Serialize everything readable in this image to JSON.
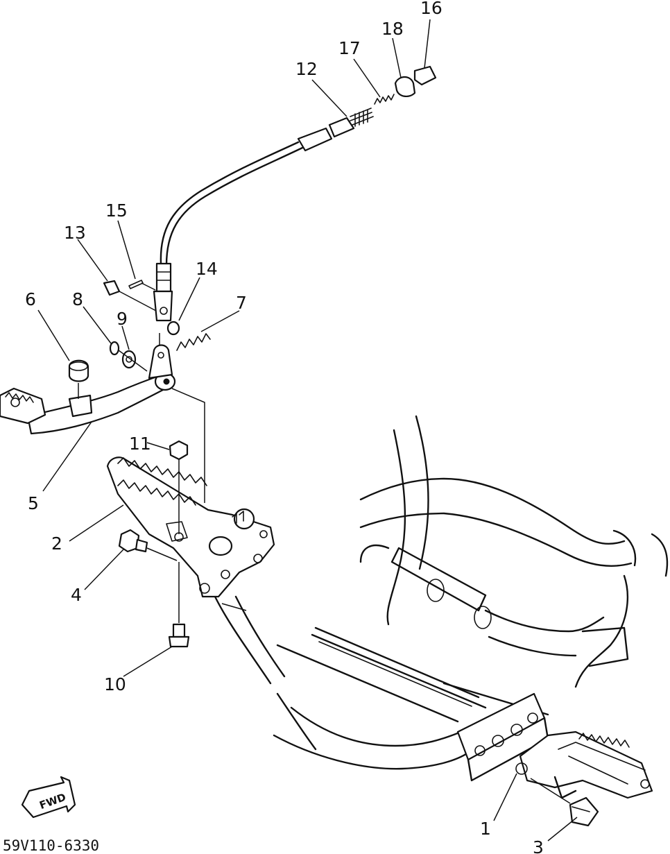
{
  "callouts": [
    "1",
    "2",
    "3",
    "4",
    "5",
    "6",
    "7",
    "8",
    "9",
    "10",
    "11",
    "12",
    "13",
    "14",
    "15",
    "16",
    "17",
    "18"
  ],
  "fwd_label": "FWD",
  "drawing_code": "59V110-6330"
}
